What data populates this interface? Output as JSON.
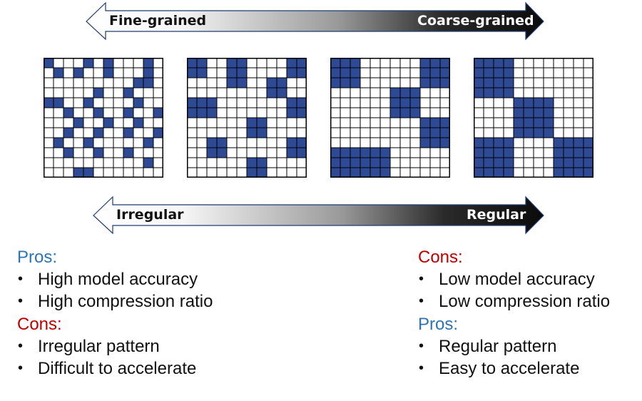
{
  "arrows": {
    "granularity": {
      "left_label": "Fine-grained",
      "right_label": "Coarse-grained"
    },
    "regularity": {
      "left_label": "Irregular",
      "right_label": "Regular"
    }
  },
  "colors": {
    "cell_fill": "#2e4a94",
    "arrow_dark": "#0b0b0b",
    "pros_heading": "#2e74b5",
    "cons_heading": "#c00000",
    "text": "#111111"
  },
  "grids": [
    {
      "name": "fine-grained",
      "rows": 12,
      "cols": 12,
      "filled": [
        [
          0,
          0
        ],
        [
          0,
          4
        ],
        [
          0,
          6
        ],
        [
          0,
          10
        ],
        [
          1,
          1
        ],
        [
          1,
          3
        ],
        [
          1,
          6
        ],
        [
          1,
          10
        ],
        [
          2,
          9
        ],
        [
          2,
          10
        ],
        [
          3,
          5
        ],
        [
          3,
          8
        ],
        [
          4,
          0
        ],
        [
          4,
          1
        ],
        [
          4,
          4
        ],
        [
          4,
          9
        ],
        [
          5,
          2
        ],
        [
          5,
          5
        ],
        [
          5,
          8
        ],
        [
          5,
          11
        ],
        [
          6,
          3
        ],
        [
          6,
          6
        ],
        [
          6,
          9
        ],
        [
          7,
          2
        ],
        [
          7,
          5
        ],
        [
          7,
          8
        ],
        [
          7,
          11
        ],
        [
          8,
          1
        ],
        [
          8,
          4
        ],
        [
          8,
          10
        ],
        [
          9,
          2
        ],
        [
          9,
          5
        ],
        [
          9,
          8
        ],
        [
          10,
          10
        ],
        [
          11,
          3
        ],
        [
          11,
          4
        ]
      ]
    },
    {
      "name": "medium-grained",
      "rows": 12,
      "cols": 12,
      "filled": [
        [
          0,
          0
        ],
        [
          0,
          1
        ],
        [
          1,
          0
        ],
        [
          1,
          1
        ],
        [
          0,
          4
        ],
        [
          0,
          5
        ],
        [
          1,
          4
        ],
        [
          1,
          5
        ],
        [
          2,
          4
        ],
        [
          2,
          5
        ],
        [
          0,
          10
        ],
        [
          0,
          11
        ],
        [
          1,
          10
        ],
        [
          1,
          11
        ],
        [
          2,
          8
        ],
        [
          2,
          9
        ],
        [
          3,
          8
        ],
        [
          3,
          9
        ],
        [
          4,
          0
        ],
        [
          4,
          1
        ],
        [
          4,
          2
        ],
        [
          5,
          0
        ],
        [
          5,
          1
        ],
        [
          5,
          2
        ],
        [
          4,
          10
        ],
        [
          4,
          11
        ],
        [
          5,
          10
        ],
        [
          5,
          11
        ],
        [
          6,
          6
        ],
        [
          6,
          7
        ],
        [
          7,
          6
        ],
        [
          7,
          7
        ],
        [
          8,
          2
        ],
        [
          8,
          3
        ],
        [
          9,
          2
        ],
        [
          9,
          3
        ],
        [
          8,
          10
        ],
        [
          8,
          11
        ],
        [
          9,
          10
        ],
        [
          9,
          11
        ],
        [
          10,
          6
        ],
        [
          10,
          7
        ],
        [
          11,
          6
        ],
        [
          11,
          7
        ]
      ]
    },
    {
      "name": "coarse-grained",
      "rows": 12,
      "cols": 12,
      "filled": [
        [
          0,
          0
        ],
        [
          0,
          1
        ],
        [
          0,
          2
        ],
        [
          1,
          0
        ],
        [
          1,
          1
        ],
        [
          1,
          2
        ],
        [
          2,
          0
        ],
        [
          2,
          1
        ],
        [
          2,
          2
        ],
        [
          0,
          9
        ],
        [
          0,
          10
        ],
        [
          0,
          11
        ],
        [
          1,
          9
        ],
        [
          1,
          10
        ],
        [
          1,
          11
        ],
        [
          2,
          9
        ],
        [
          2,
          10
        ],
        [
          2,
          11
        ],
        [
          3,
          6
        ],
        [
          3,
          7
        ],
        [
          3,
          8
        ],
        [
          4,
          6
        ],
        [
          4,
          7
        ],
        [
          4,
          8
        ],
        [
          5,
          6
        ],
        [
          5,
          7
        ],
        [
          5,
          8
        ],
        [
          6,
          9
        ],
        [
          6,
          10
        ],
        [
          6,
          11
        ],
        [
          7,
          9
        ],
        [
          7,
          10
        ],
        [
          7,
          11
        ],
        [
          8,
          9
        ],
        [
          8,
          10
        ],
        [
          8,
          11
        ],
        [
          9,
          0
        ],
        [
          9,
          1
        ],
        [
          9,
          2
        ],
        [
          9,
          3
        ],
        [
          9,
          4
        ],
        [
          9,
          5
        ],
        [
          10,
          0
        ],
        [
          10,
          1
        ],
        [
          10,
          2
        ],
        [
          10,
          3
        ],
        [
          10,
          4
        ],
        [
          10,
          5
        ],
        [
          11,
          0
        ],
        [
          11,
          1
        ],
        [
          11,
          2
        ],
        [
          11,
          3
        ],
        [
          11,
          4
        ],
        [
          11,
          5
        ]
      ]
    },
    {
      "name": "regular-blocks",
      "rows": 12,
      "cols": 12,
      "filled": [
        [
          0,
          0
        ],
        [
          0,
          1
        ],
        [
          0,
          2
        ],
        [
          0,
          3
        ],
        [
          1,
          0
        ],
        [
          1,
          1
        ],
        [
          1,
          2
        ],
        [
          1,
          3
        ],
        [
          2,
          0
        ],
        [
          2,
          1
        ],
        [
          2,
          2
        ],
        [
          2,
          3
        ],
        [
          3,
          0
        ],
        [
          3,
          1
        ],
        [
          3,
          2
        ],
        [
          3,
          3
        ],
        [
          4,
          4
        ],
        [
          4,
          5
        ],
        [
          4,
          6
        ],
        [
          4,
          7
        ],
        [
          5,
          4
        ],
        [
          5,
          5
        ],
        [
          5,
          6
        ],
        [
          5,
          7
        ],
        [
          6,
          4
        ],
        [
          6,
          5
        ],
        [
          6,
          6
        ],
        [
          6,
          7
        ],
        [
          7,
          4
        ],
        [
          7,
          5
        ],
        [
          7,
          6
        ],
        [
          7,
          7
        ],
        [
          8,
          0
        ],
        [
          8,
          1
        ],
        [
          8,
          2
        ],
        [
          8,
          3
        ],
        [
          9,
          0
        ],
        [
          9,
          1
        ],
        [
          9,
          2
        ],
        [
          9,
          3
        ],
        [
          10,
          0
        ],
        [
          10,
          1
        ],
        [
          10,
          2
        ],
        [
          10,
          3
        ],
        [
          11,
          0
        ],
        [
          11,
          1
        ],
        [
          11,
          2
        ],
        [
          11,
          3
        ],
        [
          8,
          8
        ],
        [
          8,
          9
        ],
        [
          8,
          10
        ],
        [
          8,
          11
        ],
        [
          9,
          8
        ],
        [
          9,
          9
        ],
        [
          9,
          10
        ],
        [
          9,
          11
        ],
        [
          10,
          8
        ],
        [
          10,
          9
        ],
        [
          10,
          10
        ],
        [
          10,
          11
        ],
        [
          11,
          8
        ],
        [
          11,
          9
        ],
        [
          11,
          10
        ],
        [
          11,
          11
        ]
      ]
    }
  ],
  "left_column": {
    "sections": [
      {
        "heading": "Pros:",
        "items": [
          "High model accuracy",
          "High compression ratio"
        ]
      },
      {
        "heading": "Cons:",
        "items": [
          "Irregular pattern",
          "Difficult to accelerate"
        ]
      }
    ]
  },
  "right_column": {
    "sections": [
      {
        "heading": "Cons:",
        "items": [
          "Low model accuracy",
          "Low compression ratio"
        ]
      },
      {
        "heading": "Pros:",
        "items": [
          "Regular pattern",
          "Easy to accelerate"
        ]
      }
    ]
  }
}
